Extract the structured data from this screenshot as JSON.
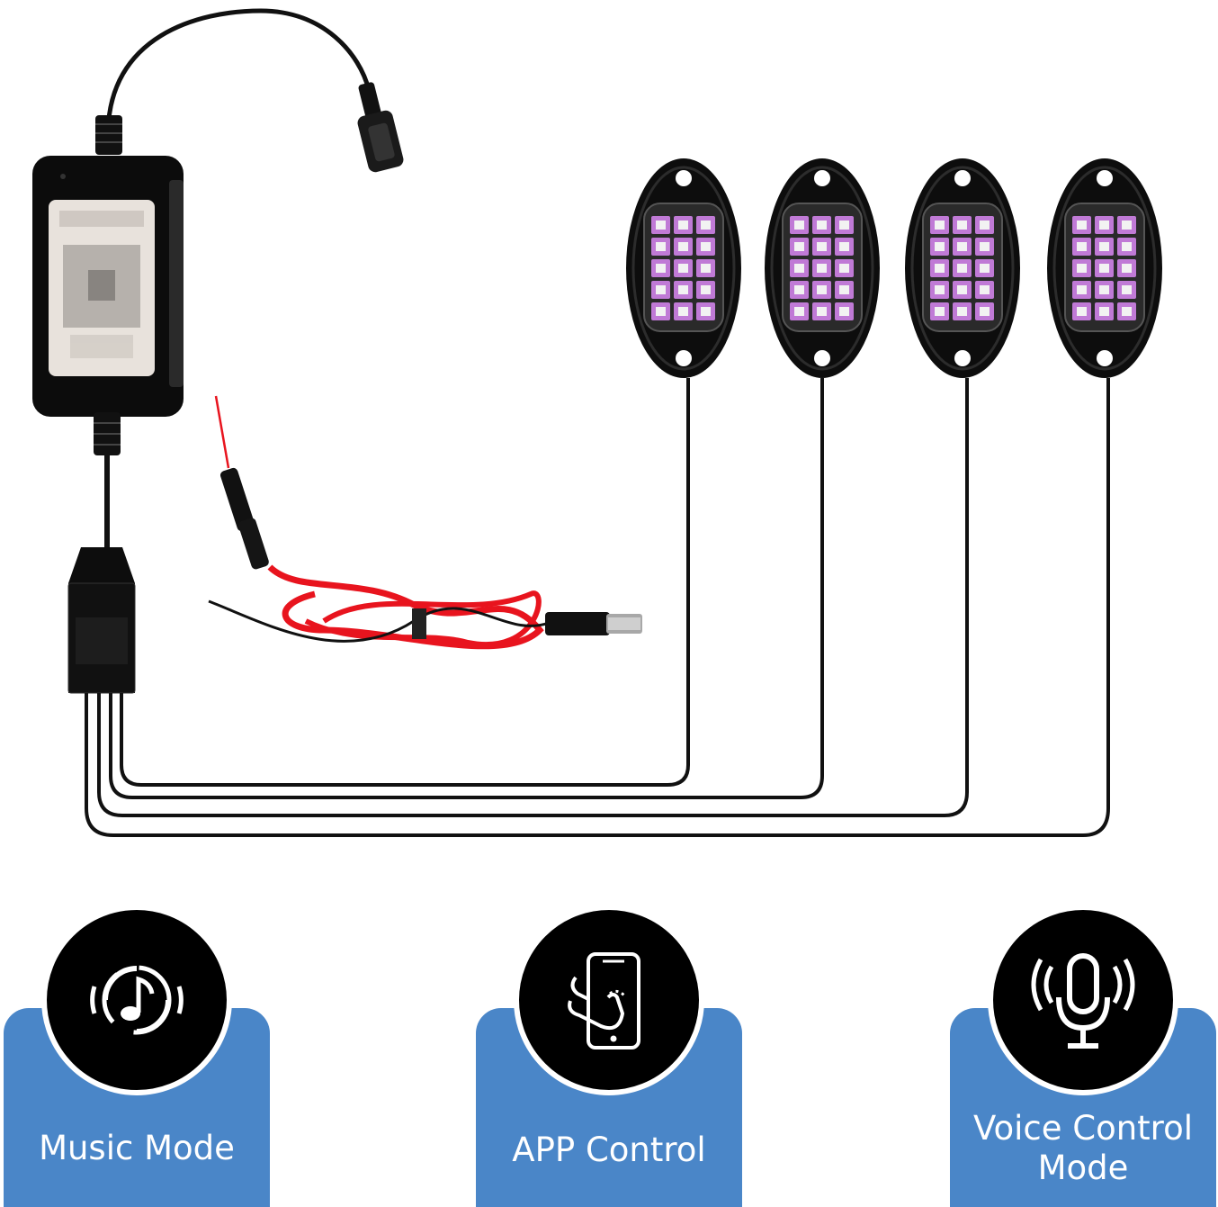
{
  "modes": [
    {
      "label": "Music Mode",
      "icon": "music-note-icon"
    },
    {
      "label": "APP Control",
      "icon": "smartphone-touch-icon"
    },
    {
      "label": "Voice Control Mode",
      "icon": "microphone-icon"
    }
  ],
  "colors": {
    "card": "#4a86c8",
    "badge": "#000000",
    "cable": "#111111",
    "power_wire_red": "#e8141e",
    "led": "#c07ad6"
  },
  "product": {
    "controller_label": "QR code sticker (blurred)",
    "pod_count": 4
  }
}
